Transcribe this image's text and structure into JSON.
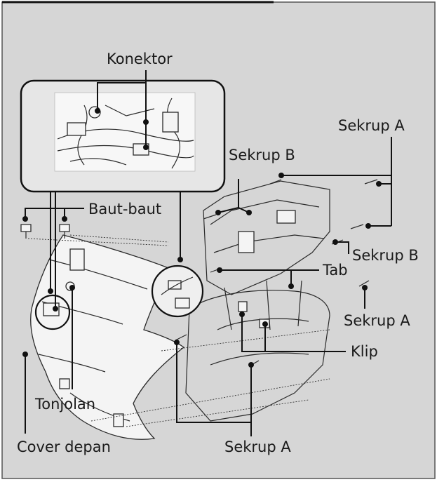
{
  "labels": {
    "konektor": "Konektor",
    "sekrup_a_top": "Sekrup A",
    "sekrup_b_top": "Sekrup B",
    "baut_baut": "Baut-baut",
    "sekrup_b_right": "Sekrup B",
    "tab": "Tab",
    "sekrup_a_right": "Sekrup A",
    "klip": "Klip",
    "tonjolan": "Tonjolan",
    "cover_depan": "Cover depan",
    "sekrup_a_bottom": "Sekrup A"
  },
  "colors": {
    "panel_bg": "#d6d6d6",
    "inset_bg": "#e6e6e6",
    "line": "#111111"
  }
}
